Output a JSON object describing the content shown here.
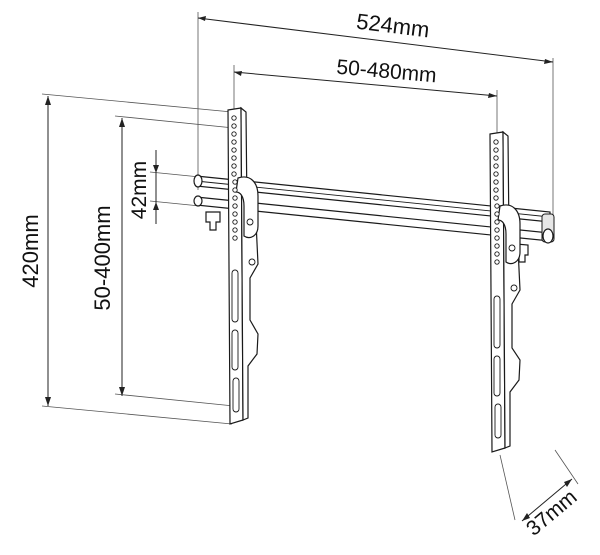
{
  "dimensions": {
    "overall_width": "524mm",
    "vesa_horizontal": "50-480mm",
    "overall_height": "420mm",
    "vesa_vertical": "50-400mm",
    "rail_spacing": "42mm",
    "wall_depth": "37mm"
  },
  "colors": {
    "line": "#1a1a1a",
    "background": "#ffffff",
    "accent_fill": "#e6e6e6"
  }
}
